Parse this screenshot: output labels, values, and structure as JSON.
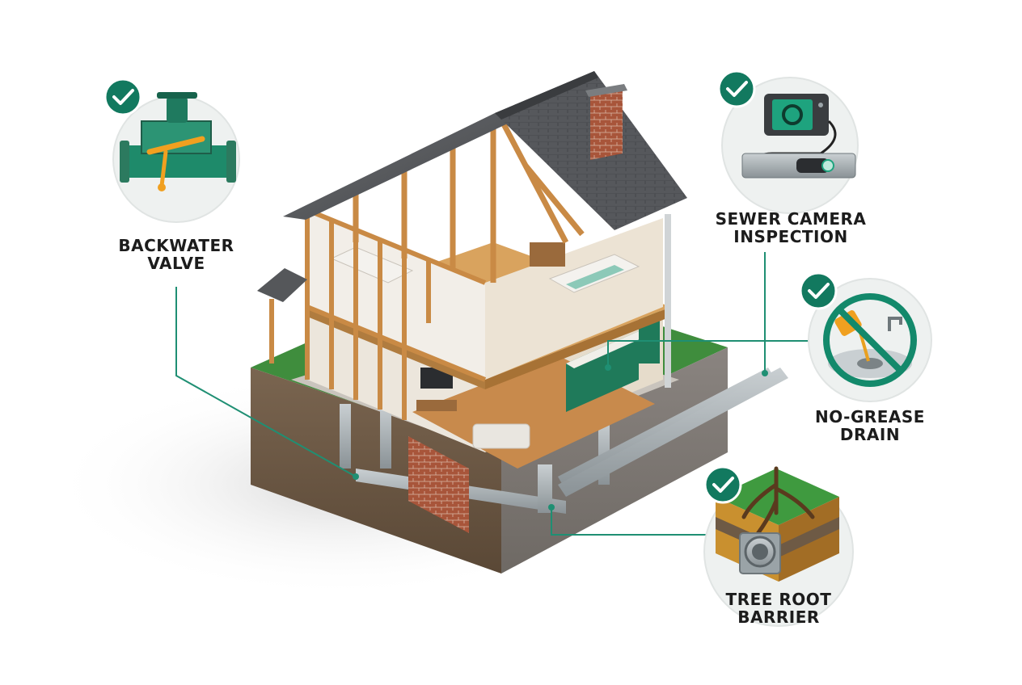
{
  "colors": {
    "accent": "#13896b",
    "leader": "#1f8f73",
    "badge": "#12795f",
    "circle_bg": "#eef1f0",
    "wood": "#d9a35e",
    "roof": "#55575a",
    "brick": "#a8553a",
    "soil": "#6e5a45",
    "grass": "#3c8a3c",
    "pipe": "#9aa3a7"
  },
  "callouts": [
    {
      "id": "backwater-valve",
      "line1": "BACKWATER",
      "line2": "VALVE",
      "icon": "backwater-valve-icon",
      "checked": true
    },
    {
      "id": "sewer-camera-inspection",
      "line1": "SEWER CAMERA",
      "line2": "INSPECTION",
      "icon": "sewer-camera-icon",
      "checked": true
    },
    {
      "id": "no-grease-drain",
      "line1": "NO-GREASE",
      "line2": "DRAIN",
      "icon": "no-grease-icon",
      "checked": true
    },
    {
      "id": "tree-root-barrier",
      "line1": "TREE ROOT",
      "line2": "BARRIER",
      "icon": "tree-root-icon",
      "checked": true
    }
  ]
}
